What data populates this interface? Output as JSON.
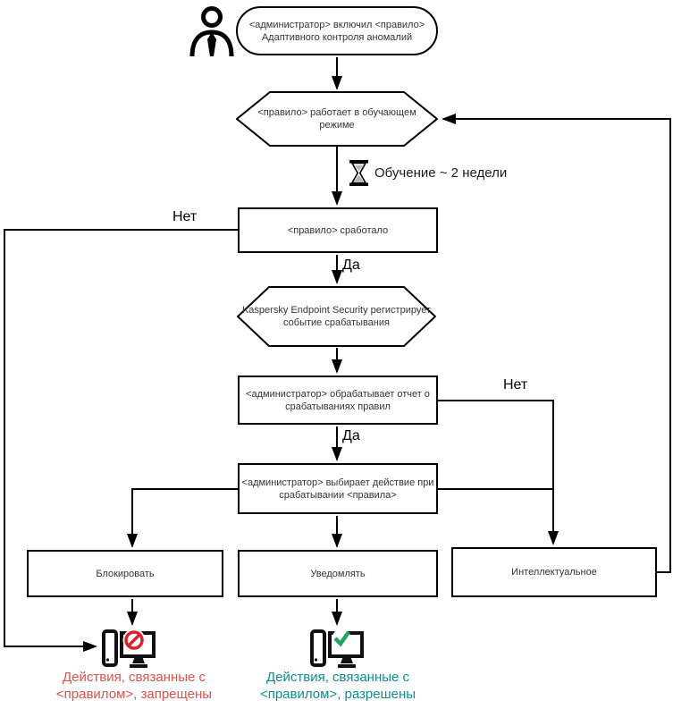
{
  "nodes": {
    "start": {
      "line1": "<администратор> включил <правило>",
      "line2": "Адаптивного контроля аномалий"
    },
    "training_mode": {
      "line1": "<правило>  работает в обучающем",
      "line2": "режиме"
    },
    "rule_triggered": {
      "label": "<правило> сработало"
    },
    "kes_registers": {
      "line1": "Kaspersky Endpoint Security регистрирует",
      "line2": "событие срабатывания"
    },
    "admin_report": {
      "line1": "<администратор> обрабатывает отчет о",
      "line2": "срабатываниях правил"
    },
    "admin_action": {
      "line1": "<администратор> выбирает действие при",
      "line2": "срабатывании <правила>"
    },
    "action_block": {
      "label": "Блокировать"
    },
    "action_notify": {
      "label": "Уведомлять"
    },
    "action_smart": {
      "label": "Интеллектуальное"
    }
  },
  "edge_labels": {
    "no_left": "Нет",
    "yes_1": "Да",
    "no_right": "Нет",
    "yes_2": "Да"
  },
  "annotations": {
    "training_duration": "Обучение ~ 2 недели"
  },
  "captions": {
    "blocked": {
      "line1": "Действия, связанные с",
      "line2": "<правилом>, запрещены",
      "color": "#d9534f"
    },
    "allowed": {
      "line1": "Действия, связанные с",
      "line2": "<правилом>, разрешены",
      "color": "#0e8e8e"
    }
  },
  "icons": {
    "person": "user-silhouette",
    "hourglass": "hourglass",
    "blocked": "monitor-prohibited",
    "allowed": "monitor-check"
  },
  "colors": {
    "line": "#000000",
    "prohibition_red": "#d8232a",
    "check_green": "#21a567"
  }
}
